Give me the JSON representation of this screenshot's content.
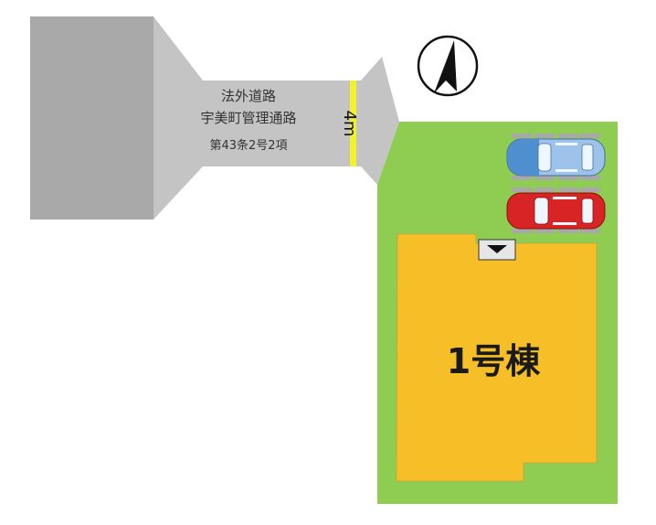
{
  "road": {
    "line1": "法外道路",
    "line2": "宇美町管理通路",
    "line3": "第43条2号2項",
    "width_label": "4m"
  },
  "building": {
    "label": "1号棟"
  },
  "colors": {
    "adjacent_lot": "#a9a9a9",
    "road": "#c4c4c4",
    "lot": "#8fcc52",
    "building": "#f6bf28",
    "width_marker": "#f2f22a",
    "car_blue": "#5a9ad6",
    "car_red": "#d82424"
  },
  "icons": {
    "compass": "north-arrow-icon",
    "entrance": "triangle-down-icon"
  }
}
